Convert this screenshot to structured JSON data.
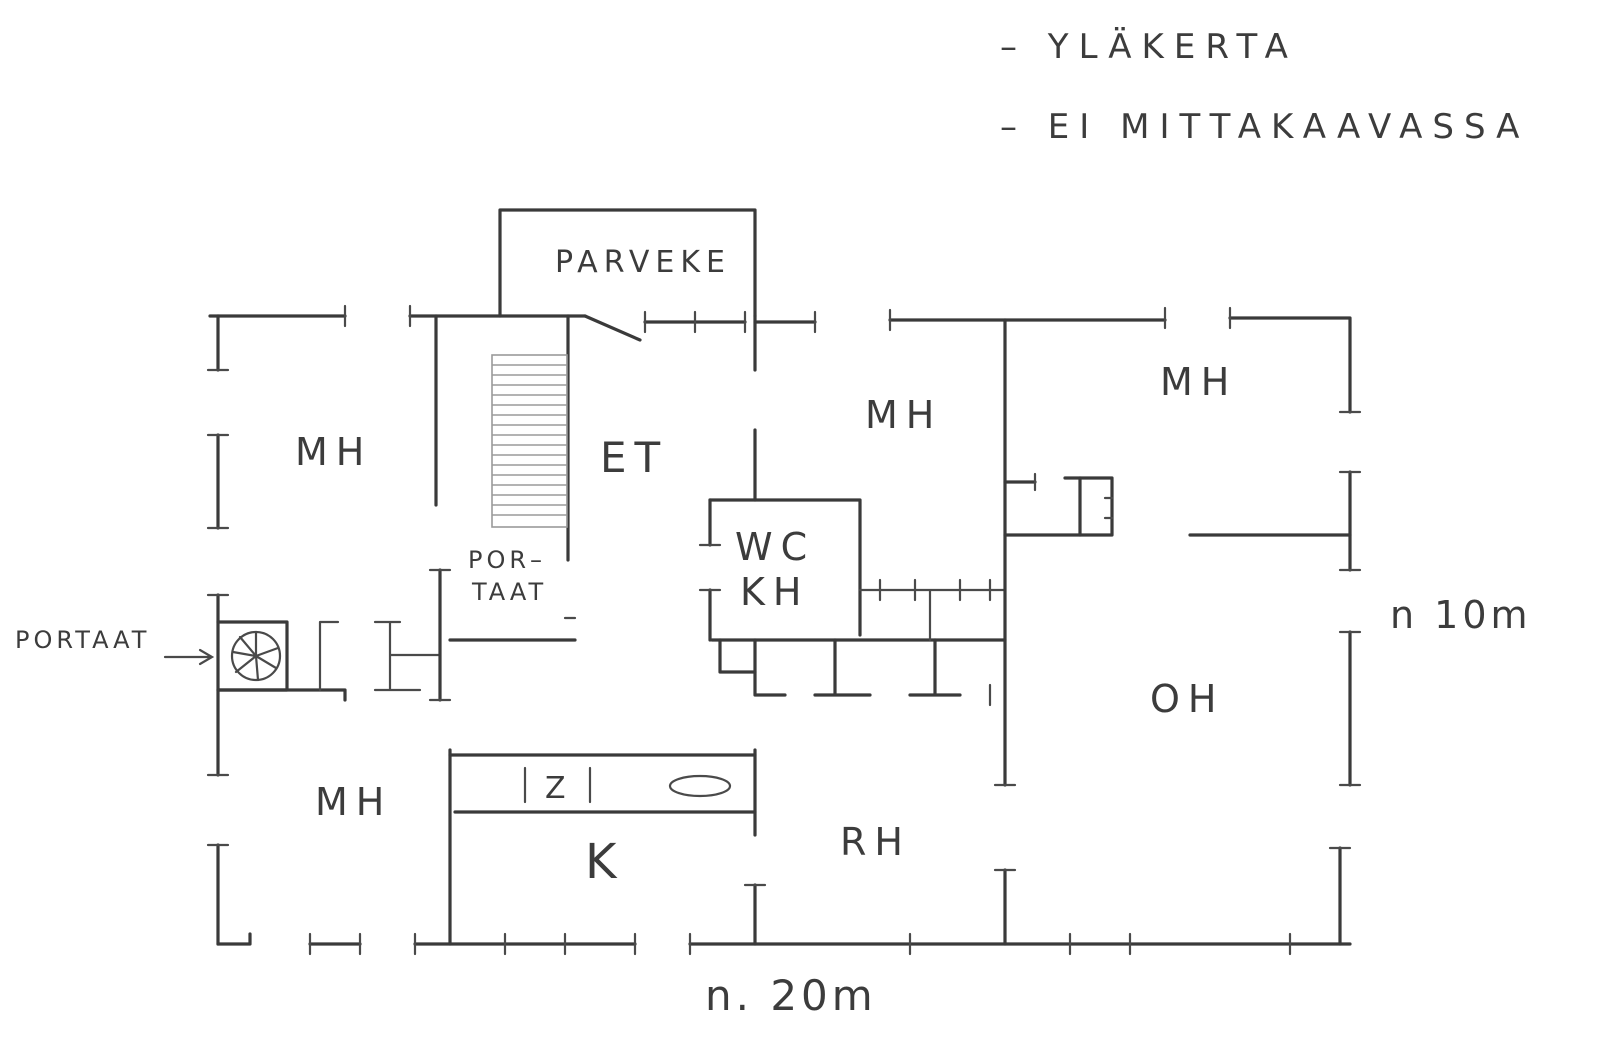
{
  "notes": {
    "line1": "– YLÄKERTA",
    "line2": "– EI MITTAKAAVASSA"
  },
  "rooms": {
    "parveke": "PARVEKE",
    "et": "ET",
    "mh_left_top": "MH",
    "mh_center": "MH",
    "mh_right_top": "MH",
    "wc": "WC",
    "kh": "KH",
    "oh": "OH",
    "mh_left_bottom": "MH",
    "k": "K",
    "rh": "RH"
  },
  "stairs": {
    "spiral_label": "PORTAAT",
    "main_label_1": "POR–",
    "main_label_2": "TAAT"
  },
  "fixtures": {
    "stove": "Z"
  },
  "dimensions": {
    "width": "n. 20m",
    "depth": "n 10m"
  }
}
